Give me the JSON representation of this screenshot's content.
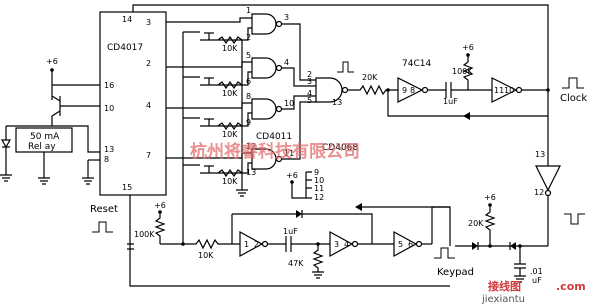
{
  "labels": {
    "cd4017": "CD4017",
    "cd4011": "CD4011",
    "cd4068": "CD4068",
    "ic74c14": "74C14",
    "reset": "Reset",
    "clock": "Clock",
    "keypad": "Keypad",
    "relay_line1": "50 mA",
    "relay_line2": "Rel ay",
    "plus6": "+6"
  },
  "resistors": {
    "r_10k": "10K",
    "r_20k": "20K",
    "r_100k": "100K",
    "r_47k": "47K"
  },
  "capacitors": {
    "c_1uf": "1uF",
    "c_01a": ".01",
    "c_01b": "uF"
  },
  "pins": {
    "p14": "14",
    "p3": "3",
    "p2": "2",
    "p4": "4",
    "p7": "7",
    "p15": "15",
    "p16": "16",
    "p10": "10",
    "p13": "13",
    "p8": "8",
    "p1": "1",
    "p5": "5",
    "p6": "6",
    "p9": "9",
    "p11": "11",
    "p12": "12"
  },
  "watermark": {
    "cn_text": "杭州将睿科技有限公司",
    "site_cn": "接线图",
    "site_en": "jiexiantu",
    "site_dom": ".com"
  }
}
